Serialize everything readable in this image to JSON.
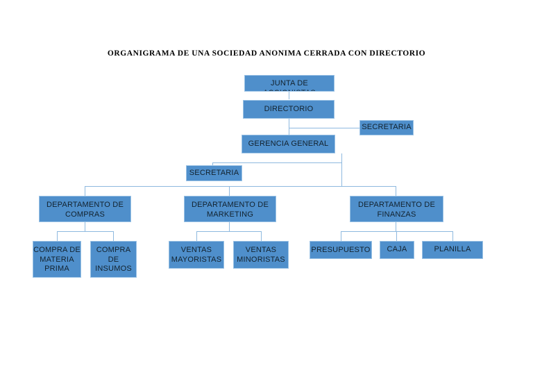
{
  "chart_type": "organizational-chart",
  "title": "ORGANIGRAMA DE UNA SOCIEDAD ANONIMA CERRADA CON DIRECTORIO",
  "colors": {
    "node_fill": "#4F8FCB",
    "node_border": "#9CC3E5",
    "node_text": "#12222e",
    "connector": "#8EB9DF",
    "background": "#ffffff",
    "title_text": "#000000"
  },
  "nodes": {
    "junta": "JUNTA DE ACCIONISTAS",
    "directorio": "DIRECTORIO",
    "secretaria_directorio": "SECRETARIA",
    "gerencia_general": "GERENCIA GENERAL",
    "secretaria_gerencia": "SECRETARIA",
    "departamento_compras": "DEPARTAMENTO DE COMPRAS",
    "departamento_marketing": "DEPARTAMENTO DE MARKETING",
    "departamento_finanzas": "DEPARTAMENTO DE FINANZAS",
    "compra_materia_prima": "COMPRA DE MATERIA PRIMA",
    "compra_insumos": "COMPRA DE INSUMOS",
    "ventas_mayoristas": "VENTAS MAYORISTAS",
    "ventas_minoristas": "VENTAS MINORISTAS",
    "presupuesto": "PRESUPUESTO",
    "caja": "CAJA",
    "planilla": "PLANILLA"
  },
  "hierarchy": {
    "root": "JUNTA DE ACCIONISTAS",
    "levels": [
      [
        "JUNTA DE ACCIONISTAS"
      ],
      [
        "DIRECTORIO"
      ],
      [
        "SECRETARIA"
      ],
      [
        "GERENCIA GENERAL"
      ],
      [
        "SECRETARIA"
      ],
      [
        "DEPARTAMENTO DE COMPRAS",
        "DEPARTAMENTO DE MARKETING",
        "DEPARTAMENTO DE FINANZAS"
      ],
      [
        "COMPRA DE MATERIA PRIMA",
        "COMPRA DE INSUMOS",
        "VENTAS MAYORISTAS",
        "VENTAS MINORISTAS",
        "PRESUPUESTO",
        "CAJA",
        "PLANILLA"
      ]
    ]
  }
}
